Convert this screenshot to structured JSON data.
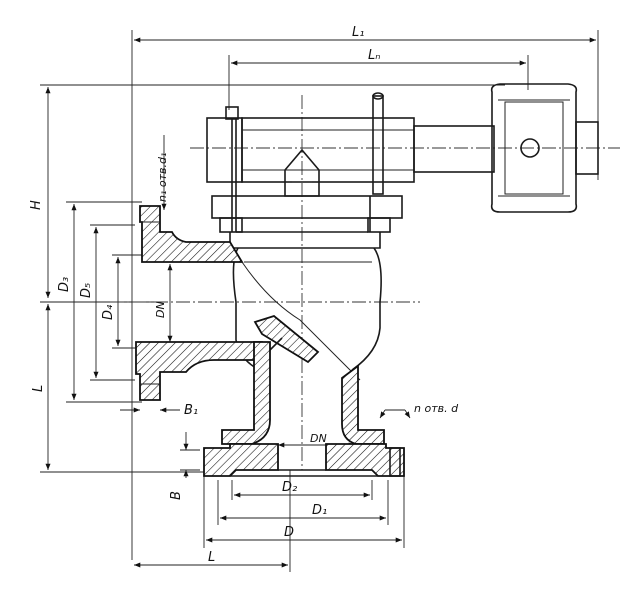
{
  "labels": {
    "L1": "L₁",
    "Ln": "Lₙ",
    "H": "H",
    "n1_holes": "n₁ отв.d₁",
    "D3": "D₃",
    "D5": "D₅",
    "D4": "D₄",
    "DN_vertical": "DN",
    "L_left": "L",
    "B1": "B₁",
    "n_holes": "n отв. d",
    "DN_horizontal": "DN",
    "B": "B",
    "D2": "D₂",
    "D1": "D₁",
    "D": "D",
    "L_bottom": "L"
  },
  "colors": {
    "line": "#1a1a1a",
    "paper": "#ffffff"
  }
}
